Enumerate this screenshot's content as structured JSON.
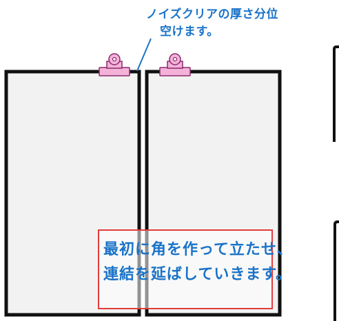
{
  "diagram": {
    "top_note_line1": "ノイズクリアの厚さ分位",
    "top_note_line2": "空けます。",
    "box_line1": "最初に角を作って立たせ、",
    "box_line2": "連結を延ばしていきます。",
    "colors": {
      "panel_fill": "#f2f2f2",
      "panel_stroke": "#111111",
      "clip_fill": "#f4b2d9",
      "clip_stroke": "#8a2a6c",
      "leader_line": "#1a73c8",
      "note_box_border": "#e23b3b",
      "text": "#1a73c8"
    }
  }
}
